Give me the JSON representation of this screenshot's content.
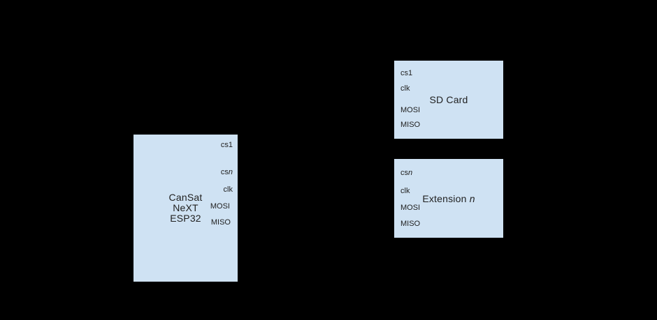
{
  "colors": {
    "canvas_bg": "#000000",
    "box_fill": "#cfe2f3",
    "text_color": "#212121"
  },
  "diagram": {
    "esp32": {
      "title_lines": [
        "CanSat",
        "NeXT",
        "ESP32"
      ],
      "pins": [
        {
          "text": "cs1",
          "italic": ""
        },
        {
          "text": "cs",
          "italic": "n"
        },
        {
          "text": "clk",
          "italic": ""
        },
        {
          "text": "MOSI",
          "italic": ""
        },
        {
          "text": "MISO",
          "italic": ""
        }
      ]
    },
    "sd_card": {
      "title": {
        "text": "SD Card",
        "italic": ""
      },
      "pins": [
        {
          "text": "cs1",
          "italic": ""
        },
        {
          "text": "clk",
          "italic": ""
        },
        {
          "text": "MOSI",
          "italic": ""
        },
        {
          "text": "MISO",
          "italic": ""
        }
      ]
    },
    "extension": {
      "title": {
        "text": "Extension ",
        "italic": "n"
      },
      "pins": [
        {
          "text": "cs",
          "italic": "n"
        },
        {
          "text": "clk",
          "italic": ""
        },
        {
          "text": "MOSI",
          "italic": ""
        },
        {
          "text": "MISO",
          "italic": ""
        }
      ]
    }
  }
}
